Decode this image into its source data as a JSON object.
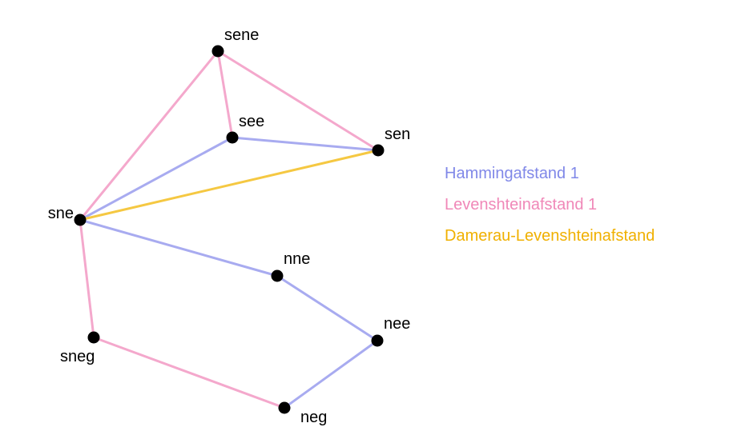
{
  "nodes": [
    "sene",
    "see",
    "sen",
    "sne",
    "nne",
    "nee",
    "sneg",
    "neg"
  ],
  "edges": [
    {
      "from": "sene",
      "to": "sne",
      "type": "levenshtein"
    },
    {
      "from": "sene",
      "to": "see",
      "type": "levenshtein"
    },
    {
      "from": "sene",
      "to": "sen",
      "type": "levenshtein"
    },
    {
      "from": "sne",
      "to": "sneg",
      "type": "levenshtein"
    },
    {
      "from": "sneg",
      "to": "neg",
      "type": "levenshtein"
    },
    {
      "from": "see",
      "to": "sne",
      "type": "hamming"
    },
    {
      "from": "see",
      "to": "sen",
      "type": "hamming"
    },
    {
      "from": "sne",
      "to": "nne",
      "type": "hamming"
    },
    {
      "from": "nne",
      "to": "nee",
      "type": "hamming"
    },
    {
      "from": "nee",
      "to": "neg",
      "type": "hamming"
    },
    {
      "from": "sne",
      "to": "sen",
      "type": "damerau"
    }
  ],
  "legend": {
    "hamming": {
      "label": "Hammingafstand 1",
      "color": "#8088e8",
      "line_color": "#a8abf0"
    },
    "levenshtein": {
      "label": "Levenshteinafstand 1",
      "color": "#f088b8",
      "line_color": "#f4a8cc"
    },
    "damerau": {
      "label": "Damerau-Levenshteinafstand",
      "color": "#f0b000",
      "line_color": "#f5c842"
    }
  }
}
